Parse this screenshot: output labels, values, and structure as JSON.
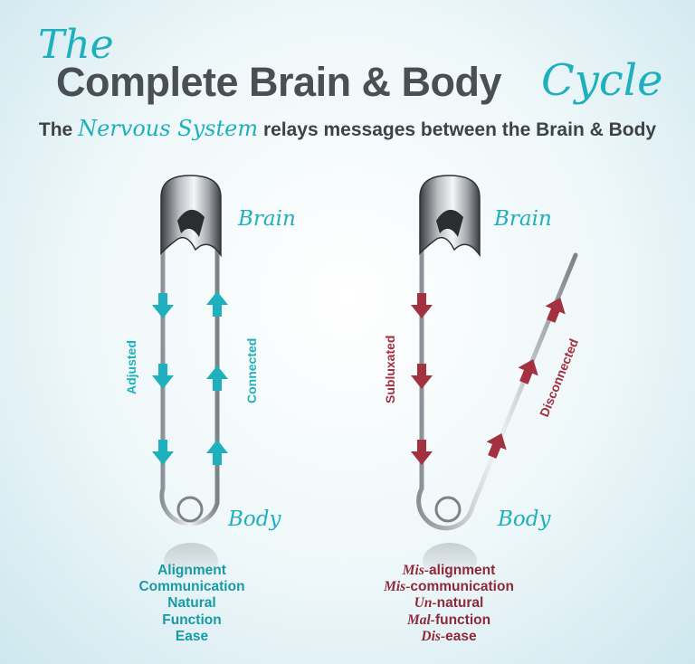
{
  "title": {
    "the": "The",
    "main": "Complete Brain & Body",
    "cycle": "Cycle"
  },
  "subtitle": {
    "prefix": "The",
    "highlight": "Nervous System",
    "suffix": "relays messages between the Brain & Body"
  },
  "left_pin": {
    "brain_label": "Brain",
    "body_label": "Body",
    "down_label": "Adjusted",
    "up_label": "Connected",
    "color": "#1fb0bd",
    "outcomes": [
      "Alignment",
      "Communication",
      "Natural",
      "Function",
      "Ease"
    ]
  },
  "right_pin": {
    "brain_label": "Brain",
    "body_label": "Body",
    "down_label": "Subluxated",
    "up_label": "Disconnected",
    "color": "#a3313f",
    "outcomes": [
      {
        "prefix": "Mis-",
        "rest": "alignment"
      },
      {
        "prefix": "Mis-",
        "rest": "communication"
      },
      {
        "prefix": "Un-",
        "rest": "natural"
      },
      {
        "prefix": "Mal-",
        "rest": "function"
      },
      {
        "prefix": "Dis-",
        "rest": "ease"
      }
    ]
  }
}
